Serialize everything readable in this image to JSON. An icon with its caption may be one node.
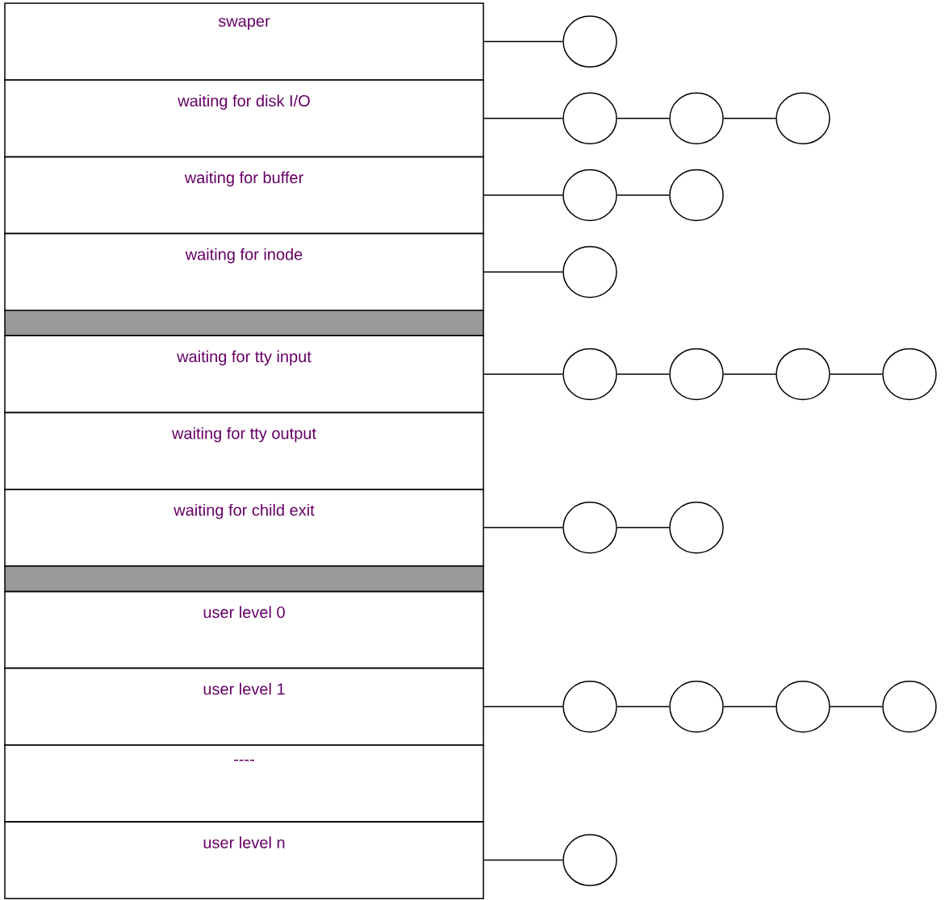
{
  "diagram": {
    "nodes": [
      {
        "text": [
          "swaper"
        ]
      },
      {
        "text": [
          "waiting for disk I/O"
        ]
      },
      {
        "text": [
          "waiting for buffer"
        ]
      },
      {
        "text": [
          "waiting for inode"
        ]
      },
      {
        "text": [],
        "shape": "bar"
      },
      {
        "text": [
          "waiting for tty input"
        ]
      },
      {
        "text": [
          "waiting for tty output"
        ]
      },
      {
        "text": [
          "waiting for child exit"
        ]
      },
      {
        "text": [],
        "shape": "bar"
      },
      {
        "text": [
          "user level 0"
        ]
      },
      {
        "text": [
          "user level 1"
        ]
      },
      {
        "text": [
          "----"
        ]
      },
      {
        "text": [
          "user level n"
        ]
      },
      {
        "text": [],
        "shape": "circle"
      },
      {
        "text": [],
        "shape": "circle"
      },
      {
        "text": [],
        "shape": "circle"
      },
      {
        "text": [],
        "shape": "circle"
      },
      {
        "text": [],
        "shape": "circle"
      },
      {
        "text": [],
        "shape": "circle"
      },
      {
        "text": [],
        "shape": "circle"
      },
      {
        "text": [],
        "shape": "circle"
      },
      {
        "text": [],
        "shape": "circle"
      },
      {
        "text": [],
        "shape": "circle"
      },
      {
        "text": [],
        "shape": "circle"
      },
      {
        "text": [],
        "shape": "circle"
      },
      {
        "text": [],
        "shape": "circle"
      },
      {
        "text": [],
        "shape": "circle"
      },
      {
        "text": [],
        "shape": "circle"
      },
      {
        "text": [],
        "shape": "circle"
      },
      {
        "text": [],
        "shape": "circle"
      },
      {
        "text": [],
        "shape": "circle"
      }
    ],
    "edges": [
      {
        "from": 0,
        "to": 13,
        "arrow": "none"
      },
      {
        "from": 1,
        "to": 14,
        "arrow": "none"
      },
      {
        "from": 14,
        "to": 15,
        "arrow": "none"
      },
      {
        "from": 15,
        "to": 16,
        "arrow": "none"
      },
      {
        "from": 2,
        "to": 17,
        "arrow": "none"
      },
      {
        "from": 17,
        "to": 18,
        "arrow": "none"
      },
      {
        "from": 3,
        "to": 19,
        "arrow": "none"
      },
      {
        "from": 5,
        "to": 20,
        "arrow": "none"
      },
      {
        "from": 20,
        "to": 21,
        "arrow": "none"
      },
      {
        "from": 21,
        "to": 22,
        "arrow": "none"
      },
      {
        "from": 22,
        "to": 23,
        "arrow": "none"
      },
      {
        "from": 7,
        "to": 24,
        "arrow": "none"
      },
      {
        "from": 24,
        "to": 25,
        "arrow": "none"
      },
      {
        "from": 10,
        "to": 26,
        "arrow": "none"
      },
      {
        "from": 26,
        "to": 27,
        "arrow": "none"
      },
      {
        "from": 27,
        "to": 28,
        "arrow": "none"
      },
      {
        "from": 28,
        "to": 29,
        "arrow": "none"
      },
      {
        "from": 12,
        "to": 30,
        "arrow": "none"
      }
    ]
  }
}
